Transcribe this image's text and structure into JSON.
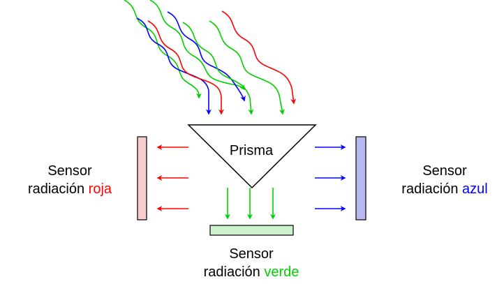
{
  "prism": {
    "label": "Prisma"
  },
  "sensors": {
    "red": {
      "line1": "Sensor",
      "line2_prefix": "radiación ",
      "color_word": "roja",
      "color": "#ff0000",
      "fill": "#f8cecc"
    },
    "blue": {
      "line1": "Sensor",
      "line2_prefix": "radiación ",
      "color_word": "azul",
      "color": "#0000ff",
      "fill": "#b8b8f0"
    },
    "green": {
      "line1": "Sensor",
      "line2_prefix": "radiación ",
      "color_word": "verde",
      "color": "#00d000",
      "fill": "#ccf2cc"
    }
  },
  "rays": {
    "incoming_colors": [
      "green",
      "red",
      "blue",
      "green",
      "blue",
      "red",
      "green",
      "red"
    ]
  }
}
